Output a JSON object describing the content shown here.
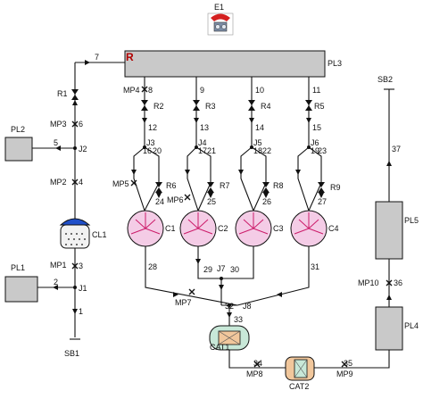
{
  "diagram": {
    "engine": {
      "label": "E1",
      "icon": "engine-icon"
    },
    "plenums": [
      {
        "id": "PL1",
        "label": "PL1"
      },
      {
        "id": "PL2",
        "label": "PL2"
      },
      {
        "id": "PL3",
        "label": "PL3",
        "marker": "R"
      },
      {
        "id": "PL4",
        "label": "PL4"
      },
      {
        "id": "PL5",
        "label": "PL5"
      }
    ],
    "boundaries": [
      {
        "id": "SB1",
        "label": "SB1"
      },
      {
        "id": "SB2",
        "label": "SB2"
      }
    ],
    "restrictions": [
      "R1",
      "R2",
      "R3",
      "R4",
      "R5",
      "R6",
      "R7",
      "R8",
      "R9"
    ],
    "compressors": [
      "C1",
      "C2",
      "C3",
      "C4"
    ],
    "junctions": [
      "J1",
      "J2",
      "J3",
      "J4",
      "J5",
      "J6",
      "J7",
      "J8"
    ],
    "measure_points": [
      "MP1",
      "MP2",
      "MP3",
      "MP4",
      "MP5",
      "MP6",
      "MP7",
      "MP8",
      "MP9",
      "MP10"
    ],
    "catalysts": [
      "CAT1",
      "CAT2"
    ],
    "cooler": "CL1",
    "pipe_numbers": [
      "1",
      "2",
      "3",
      "4",
      "5",
      "6",
      "7",
      "8",
      "9",
      "10",
      "11",
      "12",
      "13",
      "14",
      "15",
      "16",
      "17",
      "18",
      "19",
      "20",
      "21",
      "22",
      "23",
      "24",
      "25",
      "26",
      "27",
      "28",
      "29",
      "30",
      "31",
      "32",
      "33",
      "34",
      "35",
      "36",
      "37"
    ],
    "colors": {
      "plenum": "#c9c9c9",
      "compressor": "#f4cce6",
      "cooler_top": "#1f4fc9",
      "catalyst": "#c8e8d8",
      "catalyst2": "#f1c79c",
      "marker": "#b00000"
    }
  }
}
